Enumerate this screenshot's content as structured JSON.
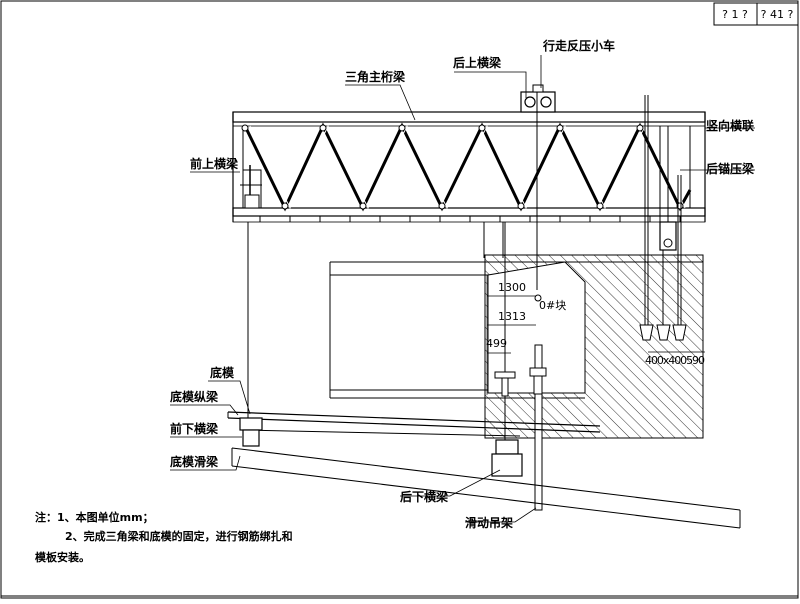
{
  "page_box": {
    "cell_1": "? 1 ?",
    "cell_2": "? 41 ?"
  },
  "labels": {
    "walking_cart": "行走反压小车",
    "rear_upper_beam": "后上横梁",
    "truss_main_beam": "三角主桁梁",
    "vertical_brace": "竖向横联",
    "front_upper_beam": "前上横梁",
    "rear_anchor_beam": "后锚压梁",
    "bottom_plate": "底模",
    "bottom_longitudinal": "底模纵梁",
    "front_lower_beam": "前下横梁",
    "bottom_slide_beam": "底模滑梁",
    "rear_lower_beam": "后下横梁",
    "movable_hanger": "滑动吊架"
  },
  "dimensions": {
    "d1300": "1300",
    "d1313": "1313",
    "d499": "499",
    "block": "0#块",
    "spacing": "400x400590"
  },
  "notes": {
    "line1": "注：1、本图单位mm；",
    "line2": "2、完成三角梁和底模的固定，进行钢筋绑扎和",
    "line3": "模板安装。"
  }
}
